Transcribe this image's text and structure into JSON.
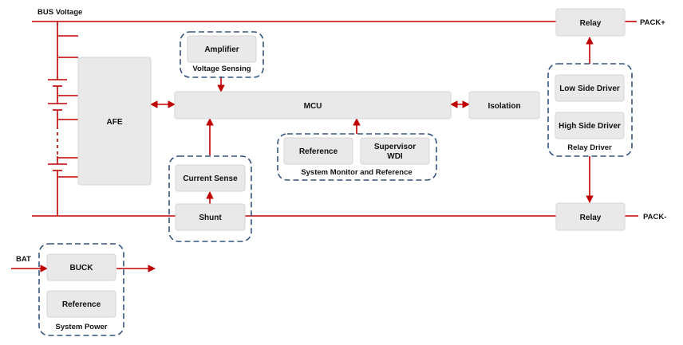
{
  "labels": {
    "bus_voltage": "BUS Voltage",
    "pack_plus": "PACK+",
    "pack_minus": "PACK-",
    "bat": "BAT"
  },
  "blocks": {
    "afe": "AFE",
    "mcu": "MCU",
    "isolation": "Isolation",
    "amplifier": "Amplifier",
    "reference_sm": "Reference",
    "supervisor_line1": "Supervisor",
    "supervisor_line2": "WDI",
    "current_sense": "Current Sense",
    "shunt": "Shunt",
    "relay_top": "Relay",
    "relay_bottom": "Relay",
    "low_side_driver": "Low Side Driver",
    "high_side_driver": "High Side Driver",
    "buck": "BUCK",
    "reference_power": "Reference"
  },
  "groups": {
    "voltage_sensing": "Voltage Sensing",
    "system_monitor": "System Monitor and Reference",
    "relay_driver": "Relay Driver",
    "system_power": "System Power"
  },
  "colors": {
    "wire": "#c00000",
    "group_border": "#35557f",
    "block_fill": "#e9e9e9"
  }
}
